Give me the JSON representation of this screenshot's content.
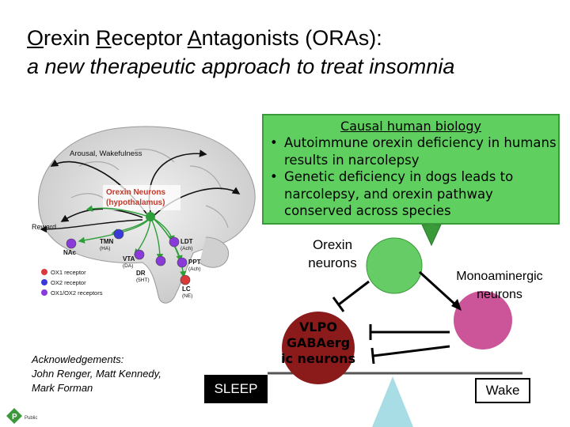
{
  "title": {
    "line1_parts": [
      "O",
      "rexin ",
      "R",
      "eceptor ",
      "A",
      "ntagonists (ORAs):"
    ],
    "line2": "a new therapeutic approach to treat insomnia"
  },
  "brain": {
    "arousal_label": "Arousal, Wakefulness",
    "orexin_neurons_label": "Orexin Neurons (hypothalamus)",
    "reward_label": "Reward",
    "nuclei": [
      {
        "name": "NAc",
        "sub": ""
      },
      {
        "name": "TMN",
        "sub": "(HA)"
      },
      {
        "name": "VTA",
        "sub": "(DA)"
      },
      {
        "name": "DR",
        "sub": "(5HT)"
      },
      {
        "name": "LDT",
        "sub": "(Ach)"
      },
      {
        "name": "PPT",
        "sub": "(Ach)"
      },
      {
        "name": "LC",
        "sub": "(NE)"
      }
    ],
    "legend": [
      "OX1 receptor",
      "OX2 receptor",
      "OX1/OX2 receptors"
    ],
    "colors": {
      "ox1": "#d93a3a",
      "ox2": "#3a3ad9",
      "ox12": "#8a3ad9",
      "pathway": "#2e9e3a"
    }
  },
  "acknowledgements": {
    "heading": "Acknowledgements:",
    "names": "John Renger, Matt Kennedy, Mark Forman"
  },
  "logo_text": "Public",
  "callout": {
    "heading": "Causal human biology",
    "bullets": [
      "Autoimmune orexin deficiency in humans results in narcolepsy",
      "Genetic deficiency in dogs leads to narcolepsy, and orexin pathway conserved across species"
    ]
  },
  "diagram": {
    "orexin_label": "Orexin neurons",
    "mono_label": "Monoaminergic neurons",
    "vlpo_label": "VLPO GABAerg ic neurons",
    "sleep_label": "SLEEP",
    "wake_label": "Wake",
    "colors": {
      "orexin": "#66cc66",
      "vlpo": "#8b1a1a",
      "mono": "#cc5599",
      "fulcrum": "#a8dde6",
      "callout": "#5fd05f"
    }
  }
}
